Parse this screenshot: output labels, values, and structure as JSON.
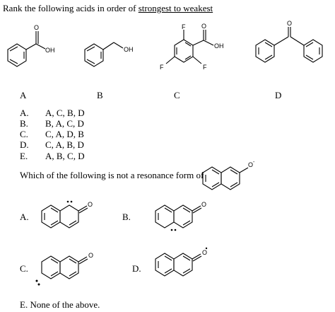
{
  "q1": {
    "prompt_before": "Rank the following acids in order of ",
    "prompt_underlined": "strongest to weakest",
    "structure_labels": [
      "A",
      "B",
      "C",
      "D"
    ],
    "atom_labels": {
      "oxygen": "O",
      "hydroxyl": "OH",
      "fluorine": "F"
    },
    "options": [
      {
        "letter": "A.",
        "text": "A, C, B, D"
      },
      {
        "letter": "B.",
        "text": "B, A, C, D"
      },
      {
        "letter": "C.",
        "text": "C, A, D, B"
      },
      {
        "letter": "D.",
        "text": "C, A, B, D"
      },
      {
        "letter": "E.",
        "text": "A, B, C, D"
      }
    ]
  },
  "q2": {
    "prompt": "Which of the following is not a resonance form of",
    "options": [
      {
        "letter": "A."
      },
      {
        "letter": "B."
      },
      {
        "letter": "C."
      },
      {
        "letter": "D."
      }
    ],
    "option_e": "E.  None of the above."
  }
}
